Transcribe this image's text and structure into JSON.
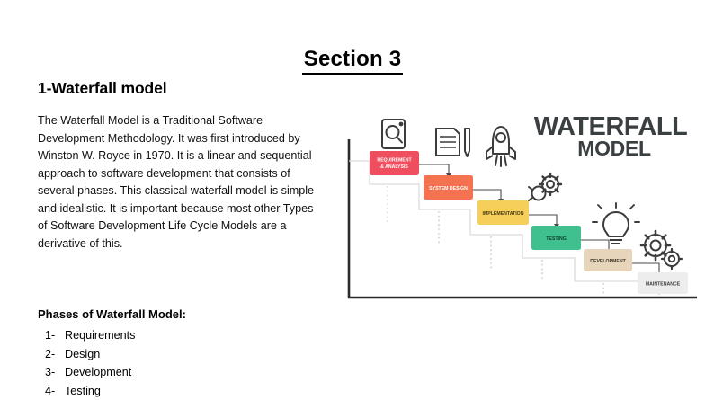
{
  "document": {
    "title": "Section 3",
    "section_heading": "1-Waterfall model",
    "paragraph": "The Waterfall Model is a Traditional Software Development Methodology. It was first introduced by Winston W. Royce in 1970. It is a linear and sequential approach to software development that consists of several phases. This classical waterfall model is simple and idealistic. It is important because most other Types of Software Development Life Cycle Models are a derivative of this.",
    "phases_heading": "Phases of Waterfall Model:",
    "phases": [
      {
        "num": "1-",
        "label": "Requirements"
      },
      {
        "num": "2-",
        "label": "Design"
      },
      {
        "num": "3-",
        "label": "Development"
      },
      {
        "num": "4-",
        "label": "Testing"
      }
    ]
  },
  "diagram": {
    "title_line1": "WATERFALL",
    "title_line2": "MODEL",
    "title_color": "#3a3f41",
    "axis_color": "#2b2b2b",
    "connector_color": "#d8d8d8",
    "steps": [
      {
        "id": "requirement-analysis",
        "label_line1": "REQUIREMENT",
        "label_line2": "& ANALYSIS",
        "color": "#ef4e5e",
        "text_color": "#ffffff"
      },
      {
        "id": "system-design",
        "label_line1": "SYSTEM DESIGN",
        "label_line2": "",
        "color": "#f4724f",
        "text_color": "#ffffff"
      },
      {
        "id": "implementation",
        "label_line1": "IMPLEMENTATION",
        "label_line2": "",
        "color": "#f6cf5a",
        "text_color": "#4a3a14"
      },
      {
        "id": "testing",
        "label_line1": "TESTING",
        "label_line2": "",
        "color": "#3fc08e",
        "text_color": "#13402f"
      },
      {
        "id": "development",
        "label_line1": "DEVELOPMENT",
        "label_line2": "",
        "color": "#e6d5bb",
        "text_color": "#3b3326"
      },
      {
        "id": "maintenance",
        "label_line1": "MAINTENANCE",
        "label_line2": "",
        "color": "#ededed",
        "text_color": "#3a3a3a"
      }
    ],
    "icons": [
      {
        "id": "document-magnifier-icon"
      },
      {
        "id": "document-pencil-icon"
      },
      {
        "id": "rocket-icon"
      },
      {
        "id": "gear-bug-icon"
      },
      {
        "id": "lightbulb-icon"
      },
      {
        "id": "gears-icon"
      }
    ]
  }
}
